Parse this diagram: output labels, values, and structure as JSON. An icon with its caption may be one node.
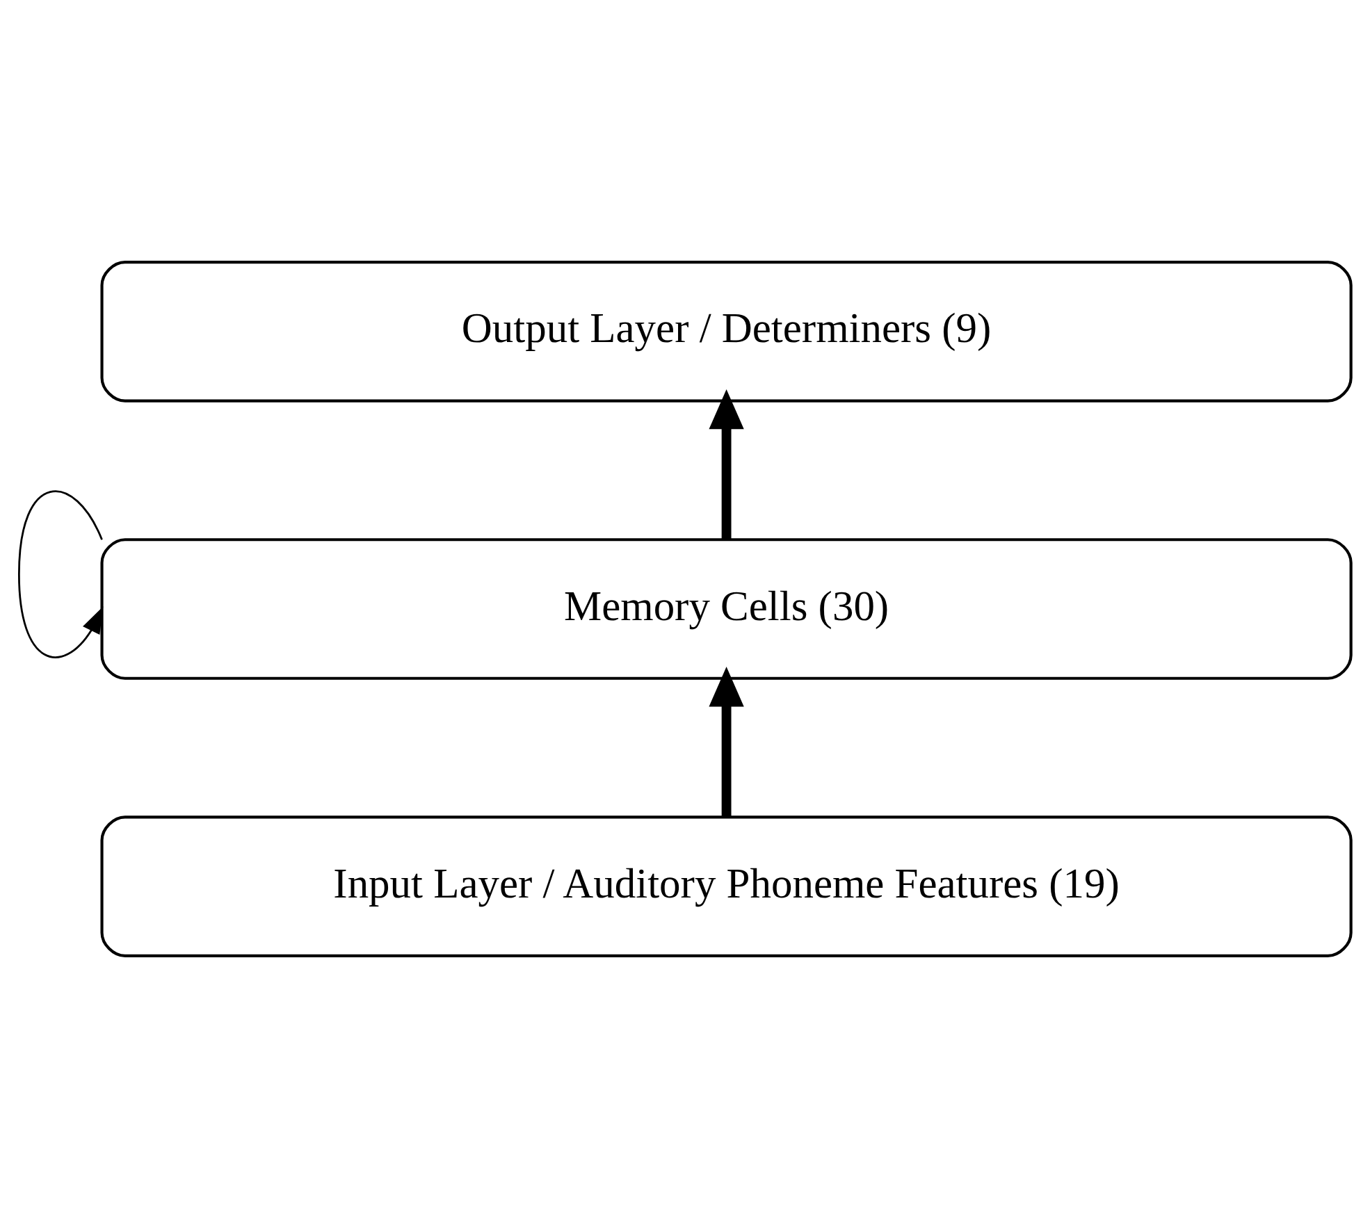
{
  "diagram": {
    "nodes": [
      {
        "text": [
          "Output Layer / Determiners (9)"
        ]
      },
      {
        "text": [
          "Memory Cells (30)"
        ]
      },
      {
        "text": [
          "Input Layer / Auditory Phoneme Features (19)"
        ]
      }
    ],
    "edges": [
      {
        "from": 2,
        "to": 1,
        "arrow": "to"
      },
      {
        "from": 1,
        "to": 0,
        "arrow": "to"
      },
      {
        "from": 1,
        "to": 1,
        "arrow": "to"
      }
    ]
  }
}
